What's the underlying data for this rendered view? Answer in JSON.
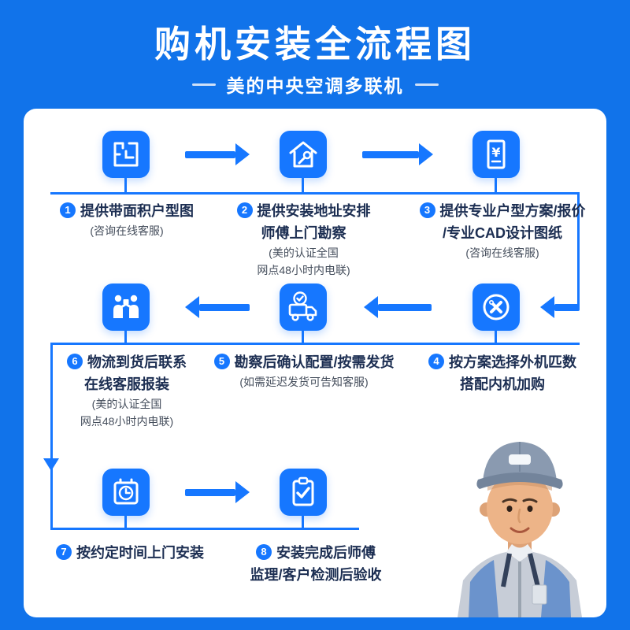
{
  "header": {
    "title": "购机安装全流程图",
    "subtitle": "美的中央空调多联机"
  },
  "colors": {
    "background_blue": "#1173ea",
    "accent_blue": "#1677ff",
    "card_white": "#ffffff",
    "title_text": "#1c2e52",
    "note_text": "#454e5c"
  },
  "steps": [
    {
      "num": "1",
      "icon": "floor-plan-icon",
      "lines": [
        "提供带面积户型图"
      ],
      "notes": [
        "(咨询在线客服)"
      ]
    },
    {
      "num": "2",
      "icon": "house-wrench-icon",
      "lines": [
        "提供安装地址安排",
        "师傅上门勘察"
      ],
      "notes": [
        "(美的认证全国",
        "网点48小时内电联)"
      ]
    },
    {
      "num": "3",
      "icon": "quote-document-icon",
      "lines": [
        "提供专业户型方案/报价",
        "/专业CAD设计图纸"
      ],
      "notes": [
        "(咨询在线客服)"
      ]
    },
    {
      "num": "4",
      "icon": "tools-circle-icon",
      "lines": [
        "按方案选择外机匹数",
        "搭配内机加购"
      ],
      "notes": []
    },
    {
      "num": "5",
      "icon": "delivery-truck-icon",
      "lines": [
        "勘察后确认配置/按需发货"
      ],
      "notes": [
        "(如需延迟发货可告知客服)"
      ]
    },
    {
      "num": "6",
      "icon": "handover-people-icon",
      "lines": [
        "物流到货后联系",
        "在线客服报装"
      ],
      "notes": [
        "(美的认证全国",
        "网点48小时内电联)"
      ]
    },
    {
      "num": "7",
      "icon": "appointment-clock-icon",
      "lines": [
        "按约定时间上门安装"
      ],
      "notes": []
    },
    {
      "num": "8",
      "icon": "inspection-clipboard-icon",
      "lines": [
        "安装完成后师傅",
        "监理/客户检测后验收"
      ],
      "notes": []
    }
  ]
}
